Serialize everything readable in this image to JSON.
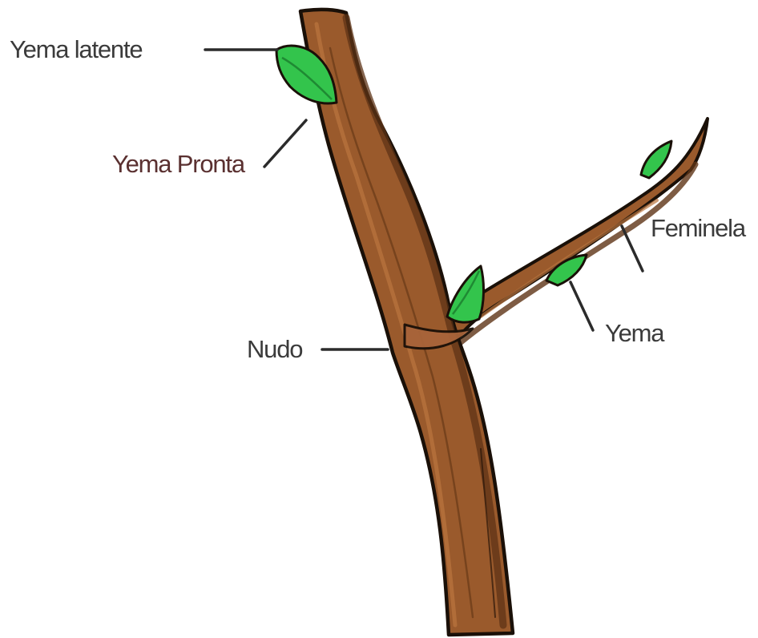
{
  "diagram": {
    "labels": {
      "latent_bud": "Yema latente",
      "ready_bud": "Yema Pronta",
      "node": "Nudo",
      "bud": "Yema",
      "lateral_shoot": "Feminela"
    },
    "colors": {
      "bark": "#9a5a2c",
      "bark_shadow": "#5e3315",
      "bark_highlight": "#b8743d",
      "outline": "#1a1008",
      "leaf": "#33c44c",
      "leaf_shadow": "#1f8a33",
      "label_gray": "#3b3b3b",
      "label_red": "#5a3030"
    }
  }
}
